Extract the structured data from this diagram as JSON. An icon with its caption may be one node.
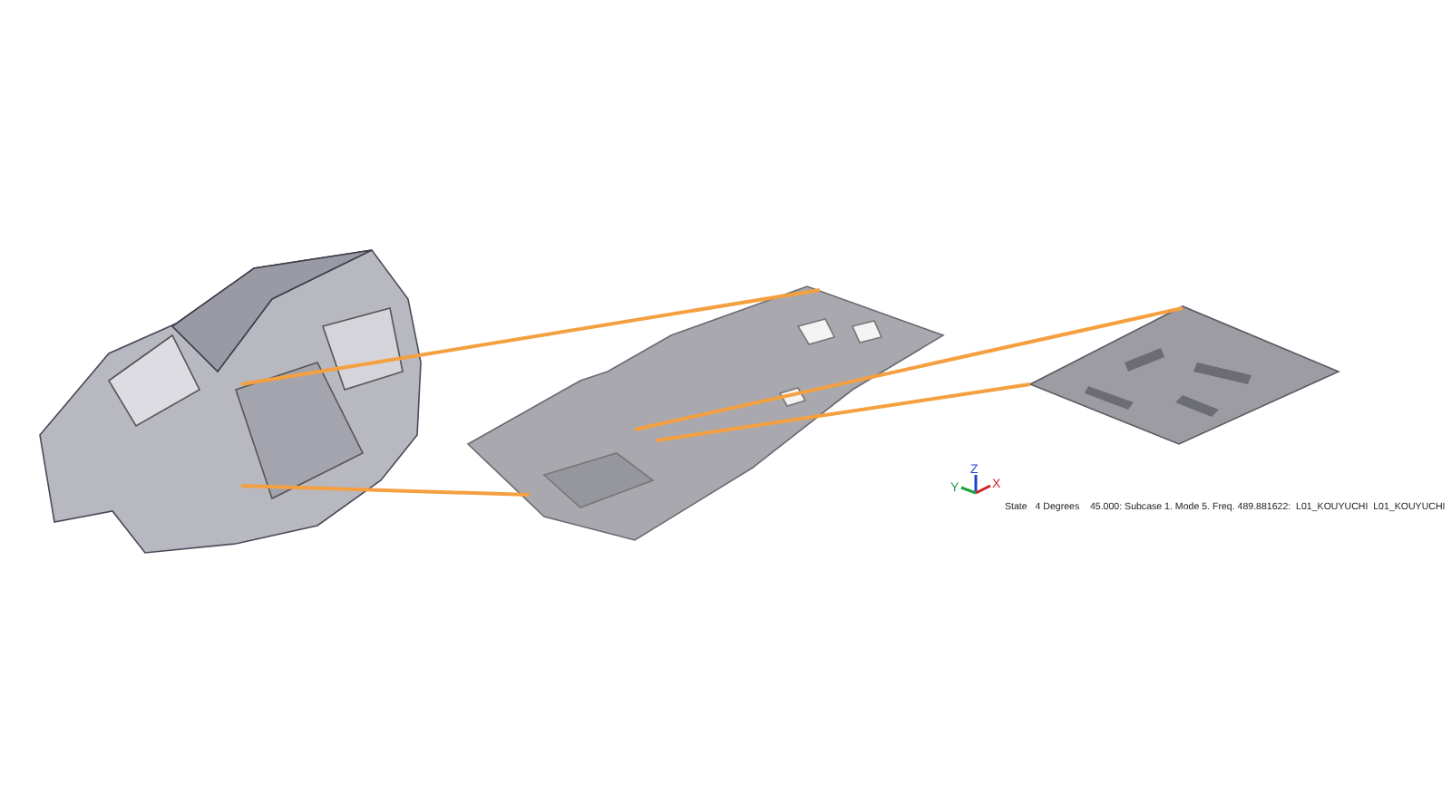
{
  "diagram": {
    "nodes": [
      {
        "text": [],
        "shape": "picture"
      },
      {
        "text": [],
        "shape": "picture"
      },
      {
        "text": [],
        "shape": "picture"
      }
    ],
    "edges": [
      {
        "from": 0,
        "to": 1,
        "arrow": "none"
      },
      {
        "from": 0,
        "to": 1,
        "arrow": "none"
      },
      {
        "from": 1,
        "to": 2,
        "arrow": "none"
      },
      {
        "from": 1,
        "to": 2,
        "arrow": "none"
      }
    ],
    "labels": [
      "Z",
      "Y",
      "X",
      "State   4 Degrees    45.000: Subcase 1. Mode 5. Freq. 489.881622:  L01_KOUYUCHI  L01_KOUYUCHI"
    ]
  }
}
